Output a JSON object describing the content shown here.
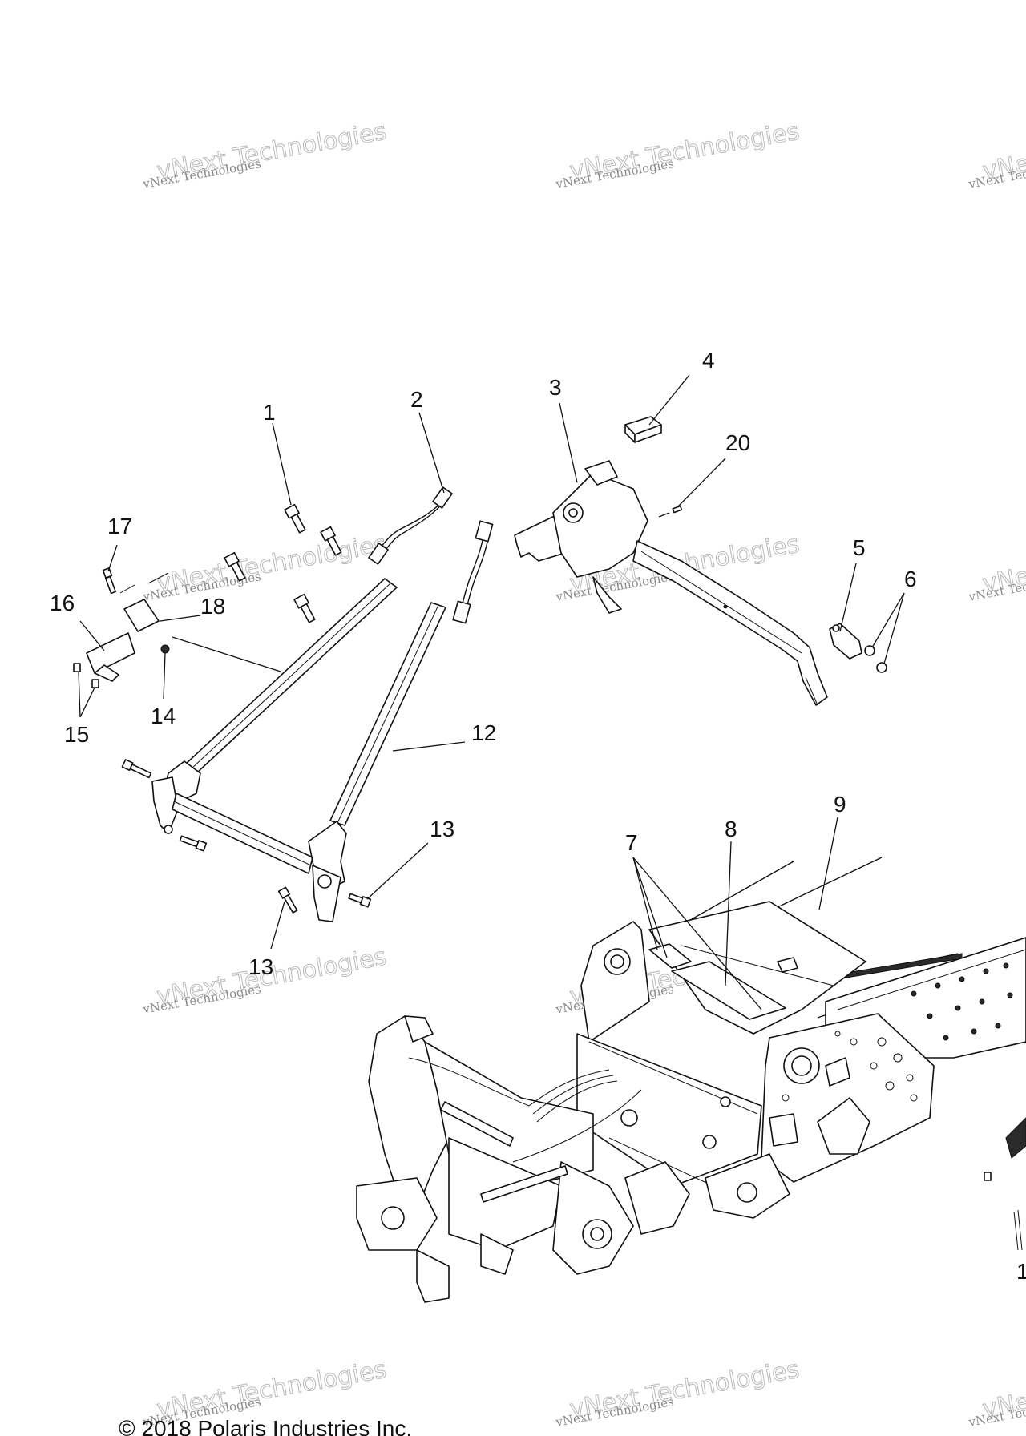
{
  "diagram": {
    "callouts": [
      "1",
      "2",
      "3",
      "4",
      "20",
      "5",
      "6",
      "17",
      "16",
      "18",
      "14",
      "15",
      "12",
      "13",
      "13",
      "7",
      "8",
      "9",
      "1"
    ],
    "watermark": {
      "small_text": "vNext Technologies",
      "large_text": "vNext Technologies"
    },
    "copyright": "© 2018 Polaris Industries Inc."
  }
}
